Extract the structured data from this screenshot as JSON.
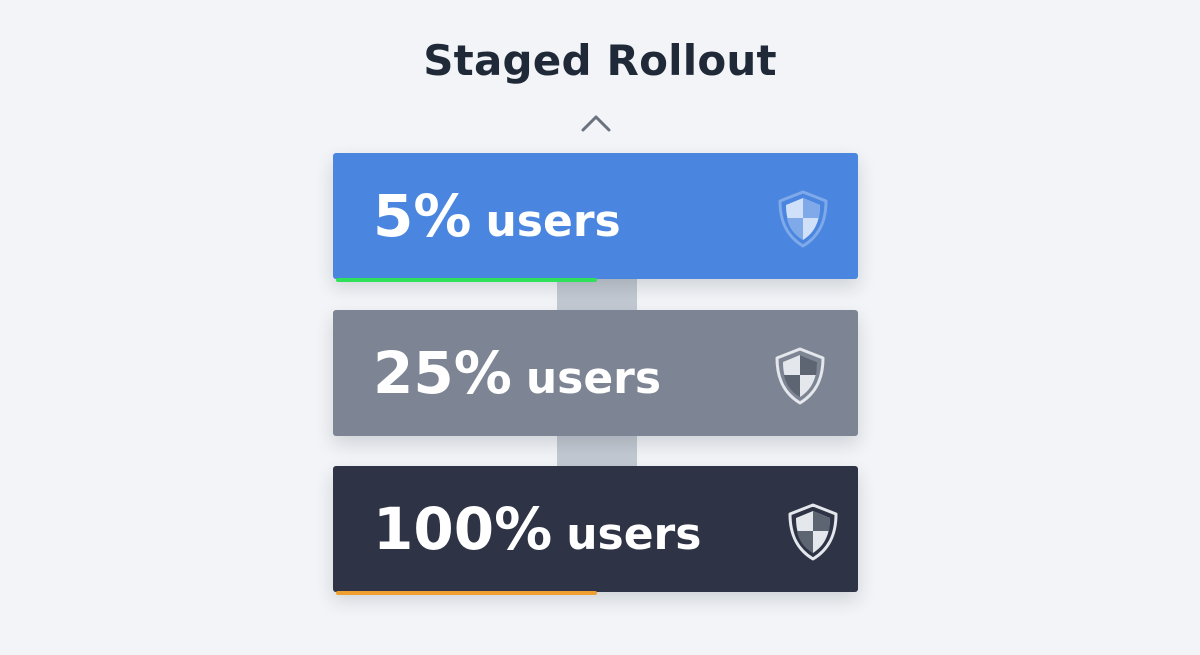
{
  "header": {
    "title": "Staged Rollout",
    "collapse_icon": "chevron-up-icon"
  },
  "stages": [
    {
      "percent": "5%",
      "suffix": "users",
      "icon": "shield-icon",
      "background": "#4a86e0",
      "shield_primary": "#cfe0f8",
      "shield_secondary": "#7fa9e8",
      "accent_color": "#2ee05a",
      "state": "active"
    },
    {
      "percent": "25%",
      "suffix": "users",
      "icon": "shield-icon",
      "background": "#7d8594",
      "shield_primary": "#e4e7ec",
      "shield_secondary": "#5d6472",
      "state": "pending"
    },
    {
      "percent": "100%",
      "suffix": "users",
      "icon": "shield-icon",
      "background": "#2e3445",
      "shield_primary": "#e4e7ec",
      "shield_secondary": "#5d6472",
      "accent_color": "#f0a030",
      "state": "pending"
    }
  ],
  "colors": {
    "page_background": "#f2f4f7",
    "connector": "#c3c9d2",
    "title_text": "#1f2937"
  }
}
